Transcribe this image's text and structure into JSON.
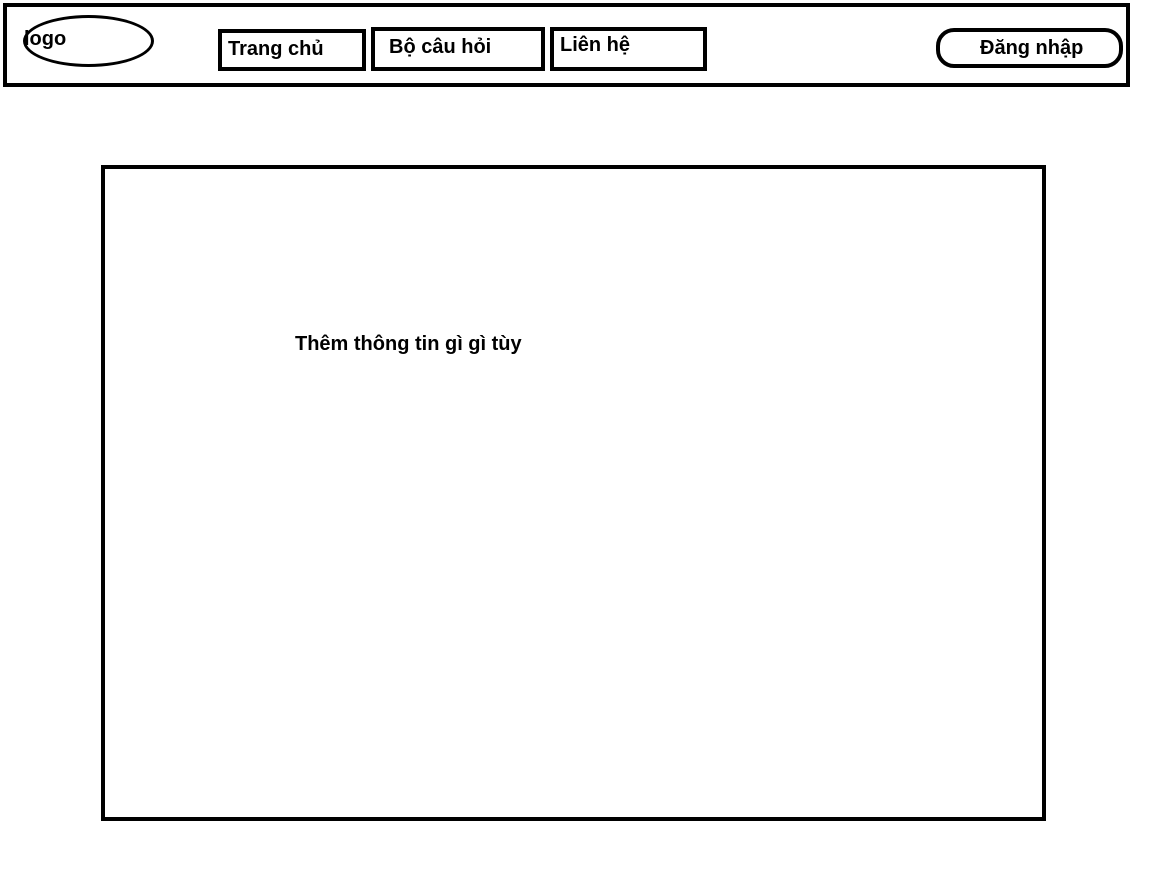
{
  "header": {
    "logo_label": "logo",
    "nav": {
      "home_label": "Trang chủ",
      "quiz_label": "Bộ câu hỏi",
      "contact_label": "Liên hệ"
    },
    "login_label": "Đăng nhập"
  },
  "main": {
    "content_text": "Thêm thông tin gì gì tùy"
  }
}
